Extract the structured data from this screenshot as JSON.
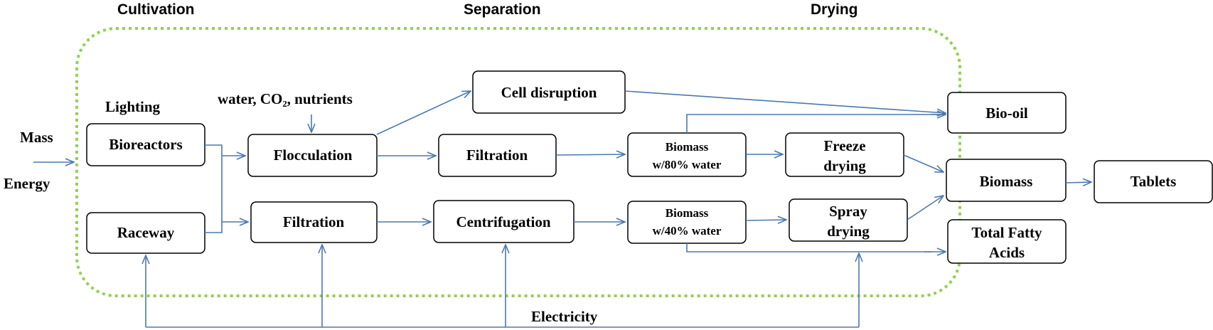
{
  "stages": {
    "cultivation": "Cultivation",
    "separation": "Separation",
    "drying": "Drying"
  },
  "inputs": {
    "mass": "Mass",
    "energy": "Energy",
    "lighting": "Lighting",
    "water_nutrients": "water, CO₂, nutrients",
    "electricity": "Electricity"
  },
  "nodes": {
    "bioreactors": "Bioreactors",
    "raceway": "Raceway",
    "flocculation": "Flocculation",
    "filtration_top": "Filtration",
    "filtration_bottom": "Filtration",
    "cell_disruption": "Cell disruption",
    "centrifugation": "Centrifugation",
    "biomass80_line1": "Biomass",
    "biomass80_line2": "w/80% water",
    "biomass40_line1": "Biomass",
    "biomass40_line2": "w/40% water",
    "freeze_line1": "Freeze",
    "freeze_line2": "drying",
    "spray_line1": "Spray",
    "spray_line2": "drying",
    "bio_oil": "Bio-oil",
    "biomass": "Biomass",
    "tfa_line1": "Total Fatty",
    "tfa_line2": "Acids",
    "tablets": "Tablets"
  },
  "colors": {
    "arrow": "#4a78b0",
    "boundary": "#92d050",
    "box_stroke": "#000000"
  }
}
